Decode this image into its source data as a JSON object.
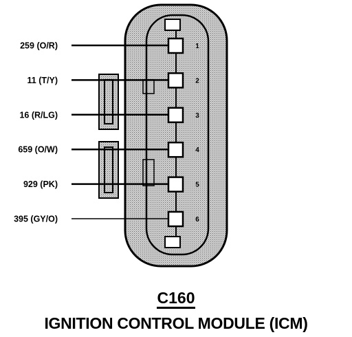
{
  "connector": {
    "id": "C160",
    "title": "IGNITION CONTROL MODULE (ICM)"
  },
  "pins": [
    {
      "number": "1",
      "wire": "259 (O/R)"
    },
    {
      "number": "2",
      "wire": "11 (T/Y)"
    },
    {
      "number": "3",
      "wire": "16 (R/LG)"
    },
    {
      "number": "4",
      "wire": "659 (O/W)"
    },
    {
      "number": "5",
      "wire": "929 (PK)"
    },
    {
      "number": "6",
      "wire": "395 (GY/O)"
    }
  ],
  "colors": {
    "housing_fill": "#c9c9c9",
    "ink": "#000000",
    "background": "#ffffff"
  }
}
